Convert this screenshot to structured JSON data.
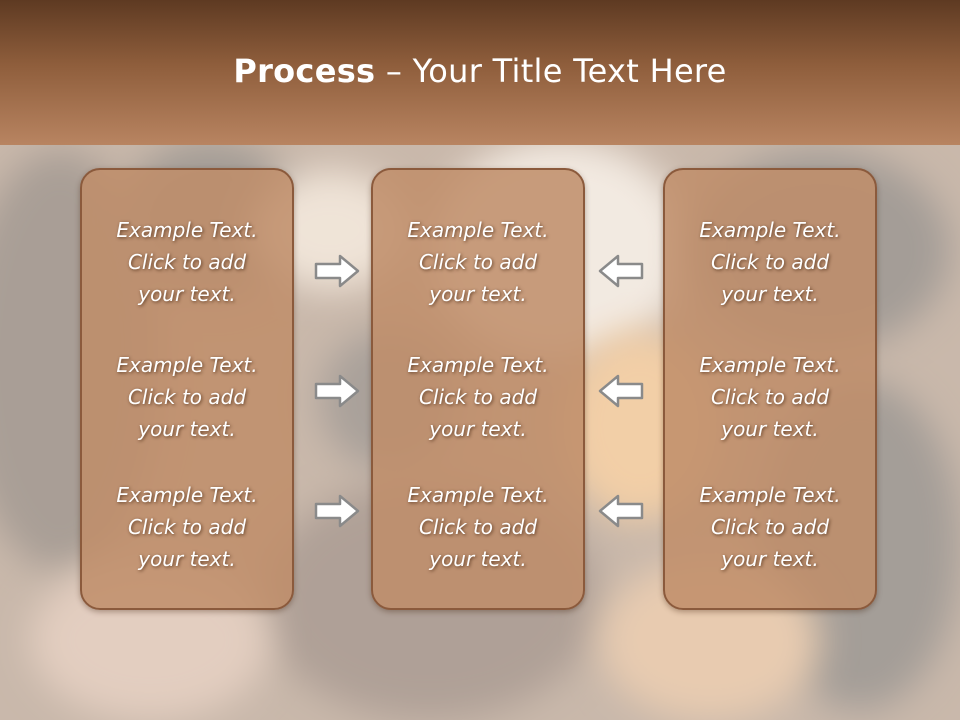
{
  "slide": {
    "title_bold": "Process",
    "title_dash": " – ",
    "title_rest": "Your Title Text Here"
  },
  "columns": [
    {
      "blocks": [
        "Example Text.\nClick  to add\nyour text.",
        "Example Text.\nClick  to add\nyour text.",
        "Example Text.\nClick  to add\nyour text."
      ]
    },
    {
      "blocks": [
        "Example Text.\nClick  to add\nyour text.",
        "Example Text.\nClick  to add\nyour text.",
        "Example Text.\nClick  to add\nyour text."
      ]
    },
    {
      "blocks": [
        "Example Text.\nClick  to add\nyour text.",
        "Example Text.\nClick  to add\nyour text.",
        "Example Text.\nClick  to add\nyour text."
      ]
    }
  ],
  "icons": {
    "left_arrows": "right-arrow-icon",
    "right_arrows": "left-arrow-icon"
  },
  "colors": {
    "header_dark": "#5e3a22",
    "header_light": "#b88461",
    "box_fill": "#bf8d69",
    "box_border": "#8b5a3c",
    "arrow_fill": "#ffffff",
    "arrow_stroke": "#8a8a8a"
  }
}
